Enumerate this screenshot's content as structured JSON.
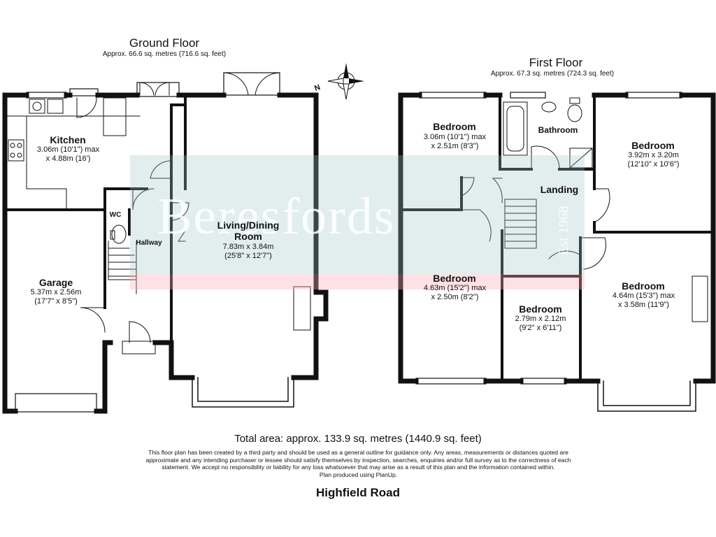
{
  "ground_floor": {
    "title": "Ground Floor",
    "area": "Approx. 66.6 sq. metres (716.6 sq. feet)",
    "rooms": {
      "kitchen": {
        "name": "Kitchen",
        "dims": [
          "3.06m (10'1\") max",
          "x 4.88m (16')"
        ]
      },
      "wc": {
        "name": "WC"
      },
      "hallway": {
        "name": "Hallway"
      },
      "garage": {
        "name": "Garage",
        "dims": [
          "5.37m x 2.56m",
          "(17'7\" x 8'5\")"
        ]
      },
      "living": {
        "name": [
          "Living/Dining",
          "Room"
        ],
        "dims": [
          "7.83m x 3.84m",
          "(25'8\" x 12'7\")"
        ]
      }
    }
  },
  "first_floor": {
    "title": "First Floor",
    "area": "Approx. 67.3 sq. metres (724.3 sq. feet)",
    "rooms": {
      "bed_tl": {
        "name": "Bedroom",
        "dims": [
          "3.06m (10'1\") max",
          "x 2.51m (8'3\")"
        ]
      },
      "bathroom": {
        "name": "Bathroom"
      },
      "bed_tr": {
        "name": "Bedroom",
        "dims": [
          "3.92m x 3.20m",
          "(12'10\" x 10'6\")"
        ]
      },
      "landing": {
        "name": "Landing"
      },
      "bed_bl": {
        "name": "Bedroom",
        "dims": [
          "4.63m (15'2\") max",
          "x 2.50m (8'2\")"
        ]
      },
      "bed_bm": {
        "name": "Bedroom",
        "dims": [
          "2.79m x 2.12m",
          "(9'2\" x 6'11\")"
        ]
      },
      "bed_br": {
        "name": "Bedroom",
        "dims": [
          "4.64m (15'3\") max",
          "x 3.58m (11'9\")"
        ]
      }
    }
  },
  "compass": {
    "label": "N"
  },
  "watermark": {
    "text": "Beresfords",
    "est": "Est 1968"
  },
  "footer": {
    "total": "Total area: approx. 133.9 sq. metres (1440.9 sq. feet)",
    "disclaimer": [
      "This floor plan has been created by a third party and should be used as a general outline for guidance only. Any areas, measurements or distances quoted are",
      "approximate and any intending purchaser or lessee should satisfy themselves by inspection, searches, enquiries and/or full survey as to the correctness of each",
      "statement. We accept no responsibility or liability for any loss whatsoever that may arise as a result of this plan and the information contained within.",
      "Plan produced using PlanUp."
    ],
    "road": "Highfield Road"
  },
  "colors": {
    "wall": "#111111",
    "line": "#333333",
    "watermark_band": "#a0c8c8",
    "watermark_pink": "#ffaab4"
  }
}
